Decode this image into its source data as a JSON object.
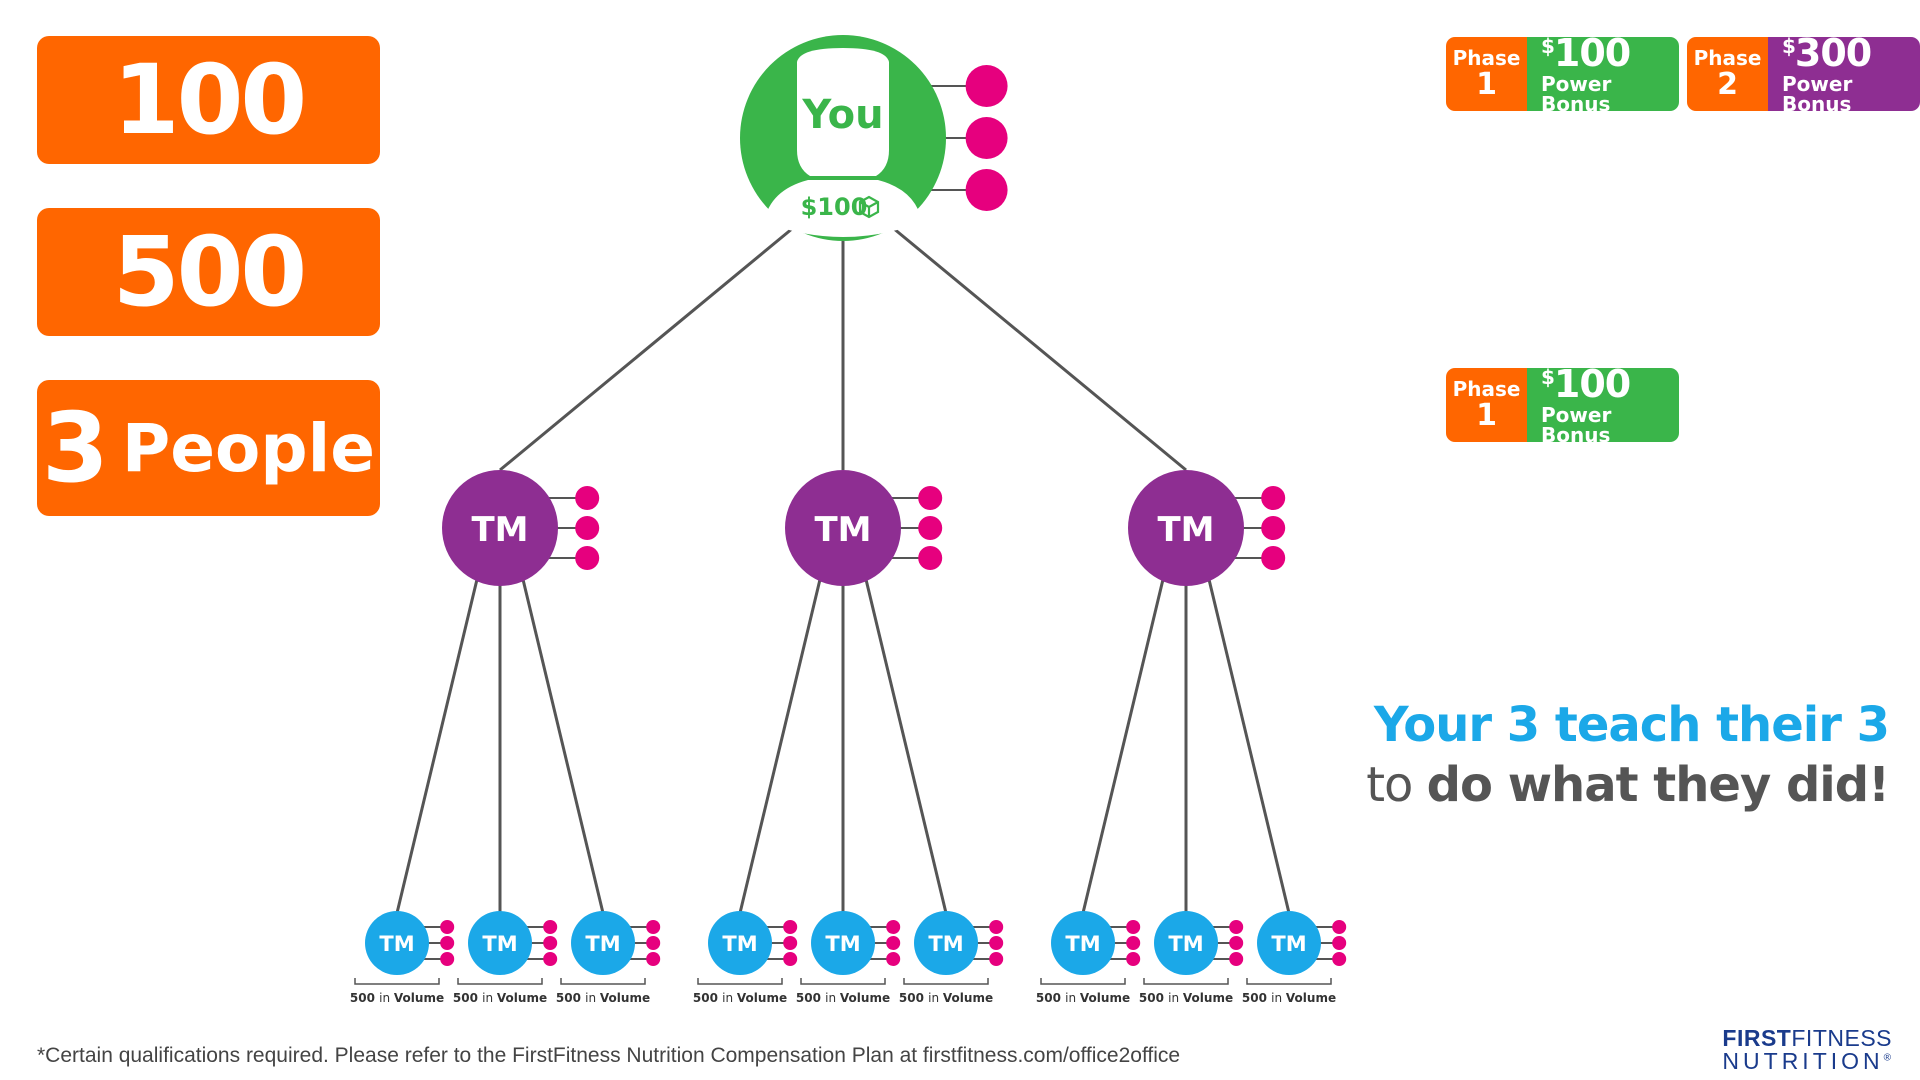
{
  "requirements": {
    "first": "100",
    "second": "500",
    "third_number": "3",
    "third_word": "People"
  },
  "badges": [
    {
      "phase_label": "Phase",
      "phase_number": "1",
      "currency": "$",
      "amount": "100",
      "caption": "Power Bonus",
      "color": "#3AB54A"
    },
    {
      "phase_label": "Phase",
      "phase_number": "2",
      "currency": "$",
      "amount": "300",
      "caption": "Power Bonus",
      "color": "#8E2E92"
    },
    {
      "phase_label": "Phase",
      "phase_number": "1",
      "currency": "$",
      "amount": "100",
      "caption": "Power Bonus",
      "color": "#3AB54A"
    }
  ],
  "tree": {
    "root_label": "You",
    "root_amount": "$100",
    "level1_label": "TM",
    "level2_label": "TM",
    "volume_bold": "500",
    "volume_light": "in",
    "volume_suffix": "Volume"
  },
  "tagline": {
    "line1": "Your 3 teach their 3",
    "line2_light": "to ",
    "line2_bold": "do what they did!"
  },
  "disclaimer": "*Certain qualifications required. Please refer to the FirstFitness Nutrition Compensation Plan at firstfitness.com/office2office",
  "logo": {
    "first": "FIRST",
    "fitness": "FITNESS",
    "nutrition": "NUTRITION",
    "mark": "®"
  },
  "colors": {
    "orange": "#FF6600",
    "green": "#3AB54A",
    "purple": "#8E2E92",
    "blue": "#1BA8E8",
    "magenta": "#E6007E",
    "navy": "#1A3B8C"
  }
}
